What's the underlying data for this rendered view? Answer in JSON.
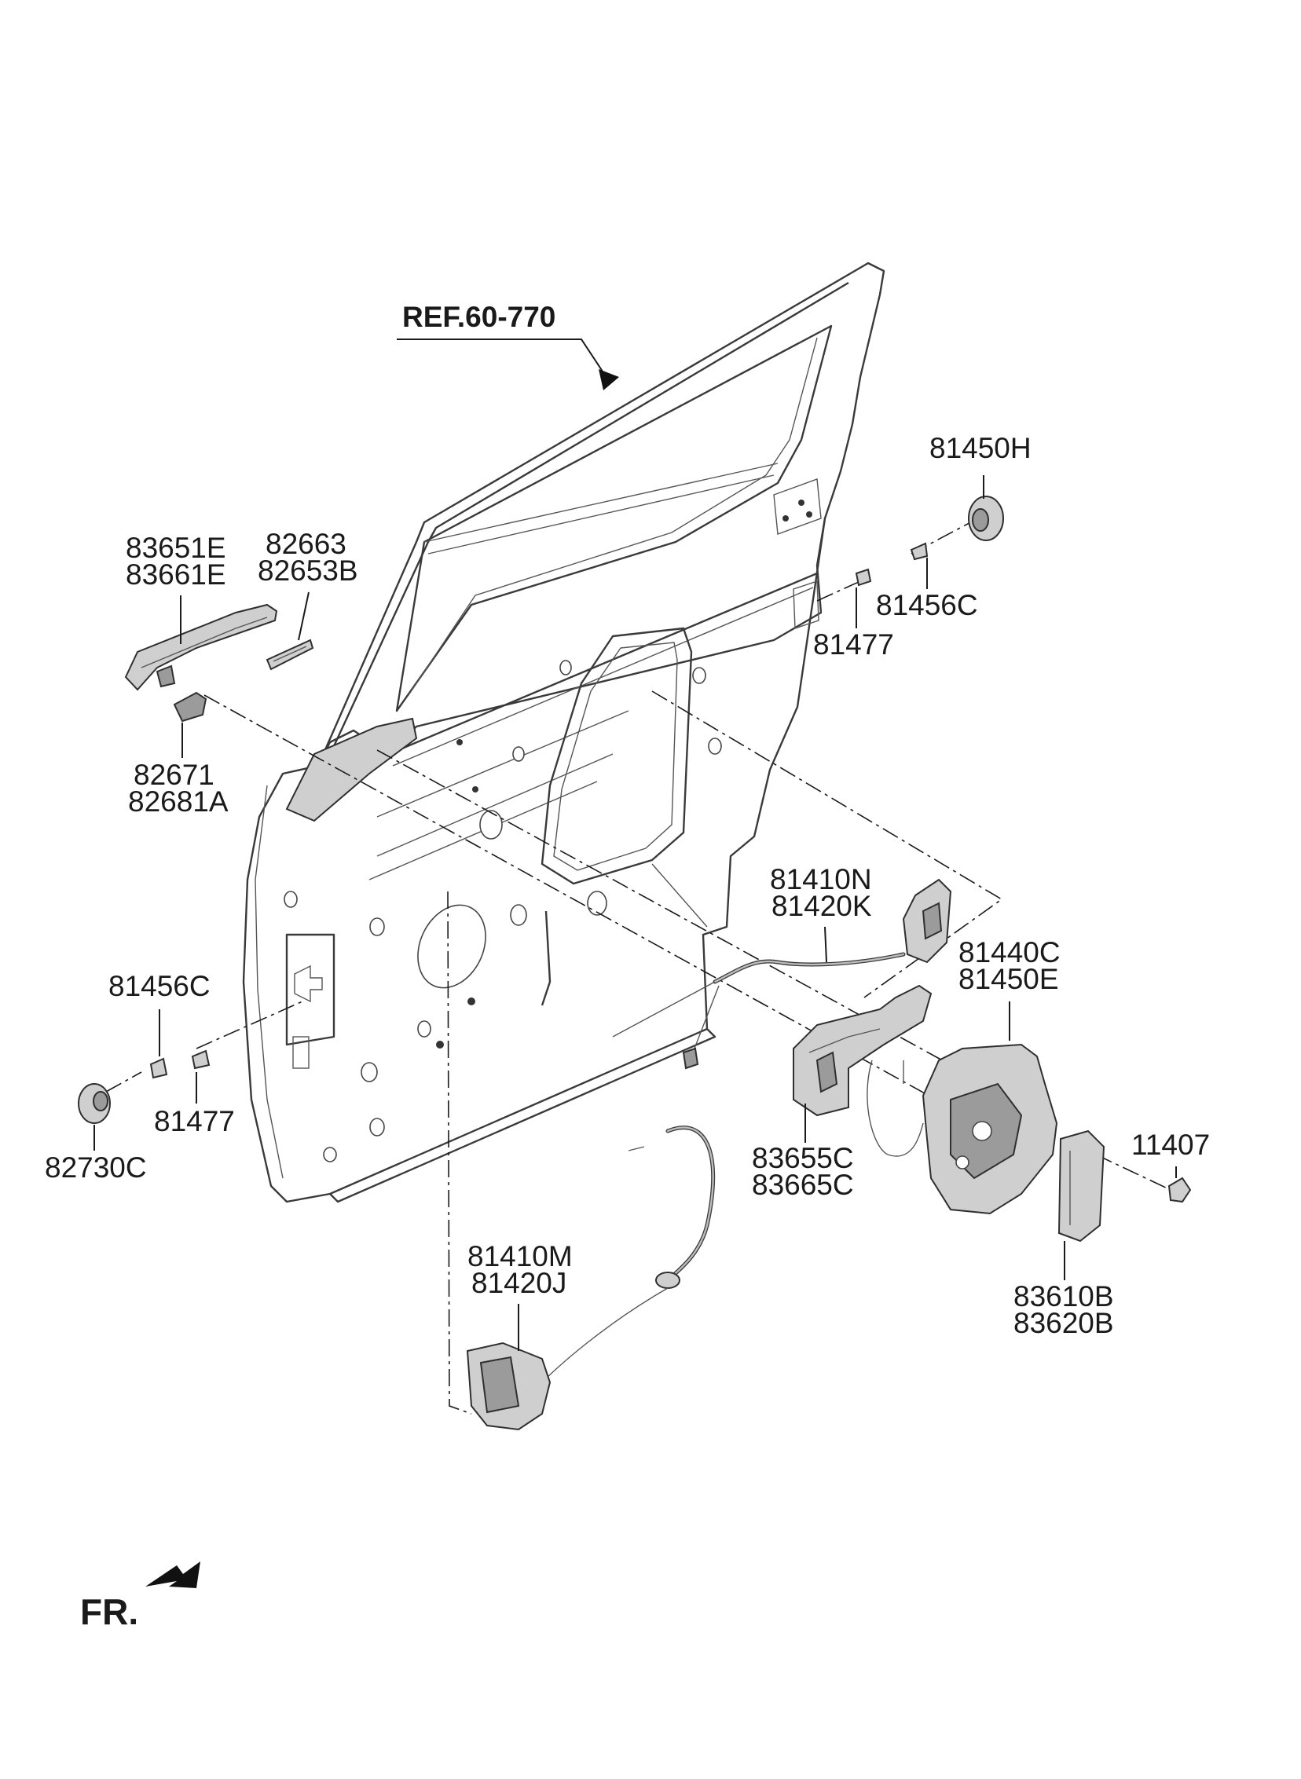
{
  "diagram": {
    "reference": "REF.60-770",
    "direction_marker": "FR.",
    "part_labels": {
      "p81450H": "81450H",
      "p81456C_a": "81456C",
      "p81477_a": "81477",
      "p83651E": "83651E",
      "p83661E": "83661E",
      "p82663": "82663",
      "p82653B": "82653B",
      "p82671": "82671",
      "p82681A": "82681A",
      "p81410N": "81410N",
      "p81420K": "81420K",
      "p81440C": "81440C",
      "p81450E": "81450E",
      "p81456C_b": "81456C",
      "p81477_b": "81477",
      "p82730C": "82730C",
      "p83655C": "83655C",
      "p83665C": "83665C",
      "p11407": "11407",
      "p83610B": "83610B",
      "p83620B": "83620B",
      "p81410M": "81410M",
      "p81420J": "81420J"
    }
  }
}
